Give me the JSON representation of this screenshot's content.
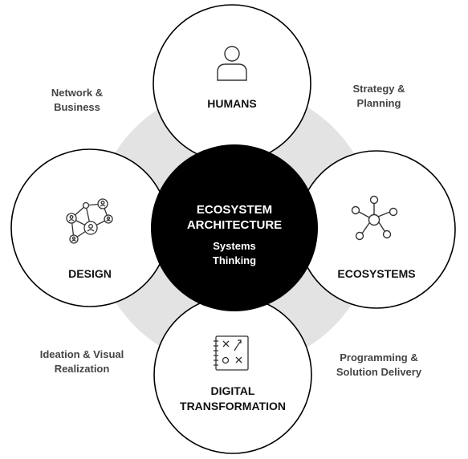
{
  "center": {
    "title_line1": "ECOSYSTEM",
    "title_line2": "ARCHITECTURE",
    "subtitle_line1": "Systems",
    "subtitle_line2": "Thinking"
  },
  "nodes": {
    "top": {
      "title": "HUMANS",
      "icon": "person-icon"
    },
    "right": {
      "title": "ECOSYSTEMS",
      "icon": "hub-network-icon"
    },
    "bottom": {
      "title_line1": "DIGITAL",
      "title_line2": "TRANSFORMATION",
      "icon": "strategy-notebook-icon"
    },
    "left": {
      "title": "DESIGN",
      "icon": "people-network-icon"
    }
  },
  "corners": {
    "top_left": {
      "line1": "Network &",
      "line2": "Business"
    },
    "top_right": {
      "line1": "Strategy &",
      "line2": "Planning"
    },
    "bottom_left": {
      "line1": "Ideation & Visual",
      "line2": "Realization"
    },
    "bottom_right": {
      "line1": "Programming &",
      "line2": "Solution Delivery"
    }
  },
  "colors": {
    "background_disc": "#e3e3e3",
    "center_fill": "#000000",
    "node_fill": "#ffffff",
    "outline": "#000000",
    "corner_text": "#444444"
  }
}
